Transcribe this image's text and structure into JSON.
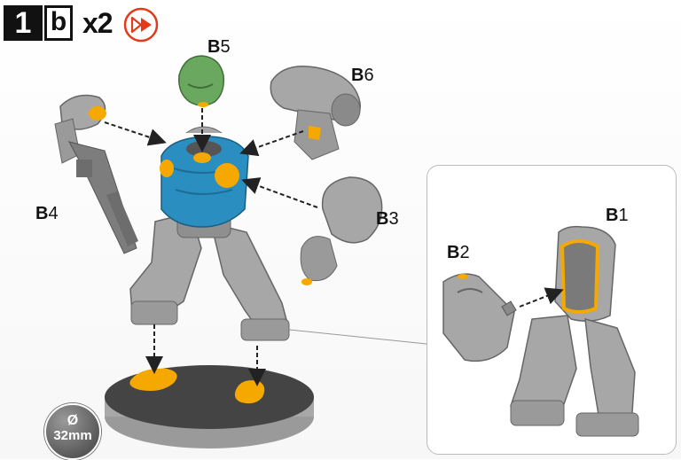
{
  "step": {
    "number": "1",
    "sub": "b",
    "quantity": "x2",
    "glue_icon": "glue-icon"
  },
  "labels": {
    "b1": {
      "letter": "B",
      "num": "1"
    },
    "b2": {
      "letter": "B",
      "num": "2"
    },
    "b3": {
      "letter": "B",
      "num": "3"
    },
    "b4": {
      "letter": "B",
      "num": "4"
    },
    "b5": {
      "letter": "B",
      "num": "5"
    },
    "b6": {
      "letter": "B",
      "num": "6"
    }
  },
  "base": {
    "symbol": "Ø",
    "size": "32mm"
  },
  "colors": {
    "grey_part": "#a7a7a7",
    "grey_dark": "#6d6d6d",
    "torso": "#2a8fc0",
    "head": "#6aa860",
    "glue": "#f5a800",
    "base_top": "#444444",
    "base_rim": "#9a9a9a"
  }
}
